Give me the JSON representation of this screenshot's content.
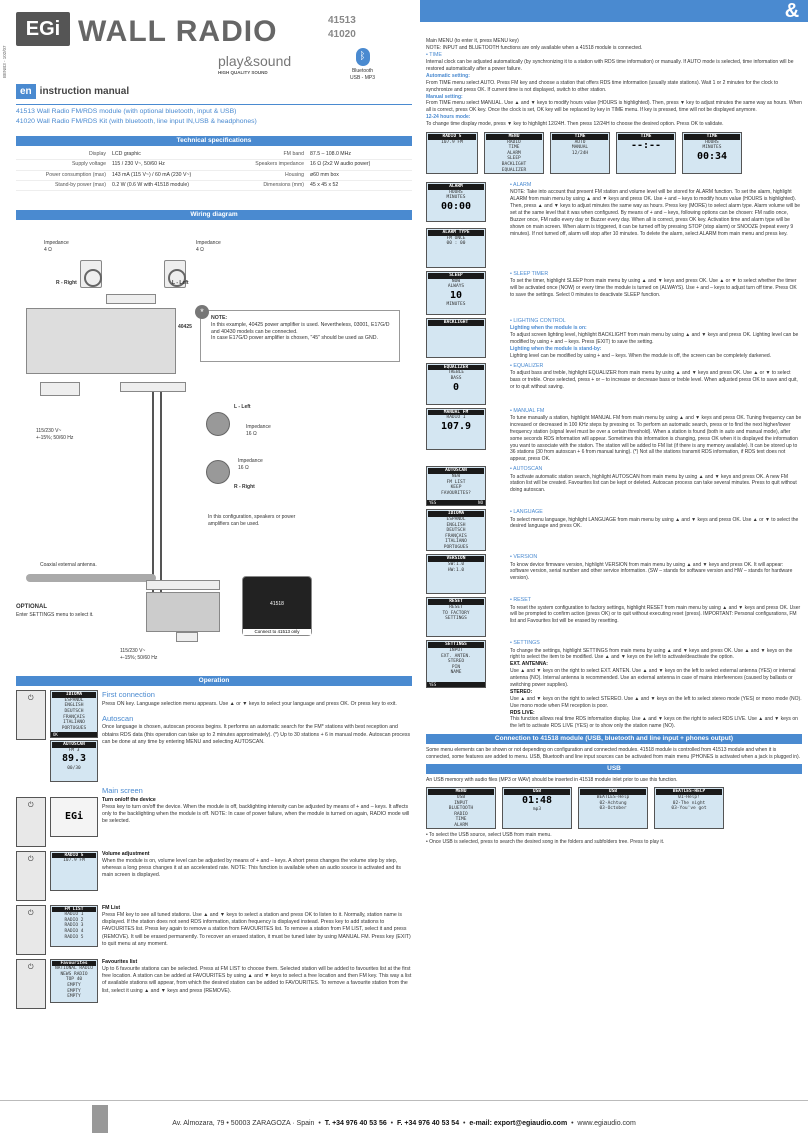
{
  "side_code": "BENB3 - 102/07",
  "logo": "EGi",
  "title": "WALL RADIO",
  "models": [
    "41513",
    "41020"
  ],
  "brand": "play&sound",
  "brand_sub": "HIGH QUALITY SOUND",
  "bluetooth": "Bluetooth",
  "usb_mp3": "USB - MP3",
  "lang_tag": "en",
  "manual": "instruction manual",
  "subtitle": [
    "41513 Wall Radio FM/RDS module (with optional bluetooth, input & USB)",
    "41020 Wall Radio FM/RDS Kit (with bluetooth, line input IN,USB & headphones)"
  ],
  "spec_bar": "Technical specifications",
  "specs_left": [
    [
      "Display",
      "LCD graphic"
    ],
    [
      "Supply voltage",
      "115 / 230 V~, 50/60 Hz"
    ],
    [
      "Power consumption (max)",
      "143 mA (115 V~) / 60 mA (230 V~)"
    ],
    [
      "Stand-by power (max)",
      "0.2 W (0.6 W with 41518 module)"
    ]
  ],
  "specs_right": [
    [
      "FM band",
      "87.5 – 108.0 MHz"
    ],
    [
      "Speakers impedance",
      "16 Ω (2x2 W audio power)"
    ],
    [
      "Housing",
      "ø60 mm box"
    ],
    [
      "Dimensions (mm)",
      "45 x 45 x 52"
    ]
  ],
  "wiring_bar": "Wiring diagram",
  "wiring": {
    "imp4": "Impedance\n4 Ω",
    "r_right": "R - Right",
    "l_left": "L - Left",
    "model": "40425",
    "supply": "115/230 V~\n+-15%; 50/60 Hz",
    "l_left2": "L - Left",
    "imp16": "Impedance\n16 Ω",
    "r_right2": "R - Right",
    "speakers_note": "In this configuration, speakers or power amplifiers can be used.",
    "antenna": "Coaxial external antenna.",
    "optional": "OPTIONAL",
    "optional_sub": "Enter SETTINGS menu to select it.",
    "connect": "Connect to 41513 only",
    "module": "41518",
    "supply2": "115/230 V~\n+-15%; 50/60 Hz"
  },
  "note": {
    "title": "NOTE:",
    "text": "In this example, 40425 power amplifier is used. Nevertheless, 03001, E17G/D and 40430 models can be connected.",
    "text2": "In case E17G/D power amplifier is chosen, \"45\" should be used as GND."
  },
  "operation_bar": "Operation",
  "op": {
    "first_h": "First connection",
    "first_t": "Press ON key. Language selection menu appears. Use ▲ or ▼ keys to select your language and press OK. Or press key to exit.",
    "auto_h": "Autoscan",
    "auto_t": "Once language is chosen, autoscan process begins. It performs an automatic search for the FM* stations with best reception and obtains RDS data (this operation can take up to 2 minutes approximately). (*) Up to 30 stations + 6 in manual mode. Autoscan process can be done at any time by entering MENU and selecting AUTOSCAN.",
    "main_h": "Main screen",
    "onoff_h": "Turn on/off the device",
    "onoff_t": "Press key to turn on/off the device. When the module is off, backlighting intensity can be adjusted by means of + and – keys. It affects only to the backlighting when the module is off. NOTE: In case of power failure, when the module is turned on again, RADIO mode will be selected.",
    "vol_h": "Volume adjustment",
    "vol_t": "When the module is on, volume level can be adjusted by means of + and – keys. A short press changes the volume step by step, whereas a long press changes it at an accelerated rate. NOTE: This function is available when an audio source is activated and its main screen is displayed.",
    "fm_h": "FM List",
    "fm_t": "Press FM key to see all tuned stations. Use ▲ and ▼ keys to select a station and press OK to listen to it. Normally, station name is displayed. If the station does not send RDS information, station frequency is displayed instead. Press key to add stations to FAVOURITES list. Press key again to remove a station from FAVOURITES list. To remove a station from FM LIST, select it and press (REMOVE). It will be erased permanently. To recover an erased station, it must be tuned later by using MANUAL FM. Press key (EXIT) to quit menu at any moment.",
    "fav_h": "Favourites list",
    "fav_t": "Up to 6 favourite stations can be selected. Press at FM LIST to choose them. Selected station will be added to favourites list at the first free location. A station can be added at FAVOURITES by using ▲ and ▼ keys to select a free location and then FM key. This way a list of available stations will appear, from which the desired station can be added to FAVOURITES. To remove a favourite station from the list, select it using ▲ and ▼ keys and press (REMOVE)."
  },
  "screens": {
    "lang": [
      "IDIOMA",
      "ESPAÑOL",
      "ENGLISH",
      "DEUTSCH",
      "FRANÇAIS",
      "ITALIANO",
      "PORTUGUES"
    ],
    "autoscan": [
      "AUTOSCAN",
      "FM 3",
      "89.3",
      "00/30"
    ],
    "radio5": [
      "RADIO 5",
      "107.9 FM"
    ],
    "fmlist": [
      "FM LIST",
      "RADIO 1",
      "RADIO 2",
      "RADIO 3",
      "RADIO 4",
      "RADIO 5",
      "RADIO 6"
    ],
    "fav": [
      "Favourites",
      "NATIONAL RADIO",
      "NEWS RADIO",
      "TOP 40",
      "EMPTY",
      "EMPTY",
      "EMPTY"
    ],
    "ok": "OK",
    "yes": "YES",
    "no": "NO"
  },
  "right": {
    "menu_h": "Main MENU (to enter it, press MENU key)",
    "menu_note": "NOTE: INPUT and BLUETOOTH functions are only available when a 41518 module is connected.",
    "time_h": "• TIME",
    "time_t": "Internal clock can be adjusted automatically (by synchronizing it to a station with RDS time information) or manually. If AUTO mode is selected, time information will be restored automatically after a power failure.",
    "auto_set_h": "Automatic setting:",
    "auto_set_t": "From TIME menu select AUTO. Press FM key and choose a station that offers RDS time information (usually state stations). Wait 1 or 2 minutes for the clock to synchronize and press OK. If current time is not displayed, switch to other station.",
    "man_set_h": "Manual setting:",
    "man_set_t": "From TIME menu select MANUAL. Use ▲ and ▼ keys to modify hours value (HOURS is highlighted). Then, press ▼ key to adjust minutes the same way as hours. When all is correct, press OK key. Once the clock is set, OK key will be replaced by key in TIME menu. If key is pressed, time will not be displayed anymore.",
    "h12_h": "12-24 hours mode:",
    "h12_t": "To change time display mode, press ▼ key to highlight 12/24H. Then press 12/24H to choose the desired option. Press OK to validate.",
    "sc_menu": [
      "RADIO 5",
      "107.9 FM",
      "MENU",
      "RADIO",
      "TIME",
      "ALARM",
      "SLEEP",
      "BACKLIGHT",
      "EQUALIZER",
      "TIME",
      "AUTO",
      "MANUAL",
      "12/24H",
      "TIME",
      "HOURS",
      "MINUTES",
      "00:34",
      "--:--"
    ],
    "alarm_h": "• ALARM",
    "alarm_t": "NOTE: Take into account that present FM station and volume level will be stored for ALARM function. To set the alarm, highlight ALARM from main menu by using ▲ and ▼ keys and press OK. Use + and – keys to modify hours value (HOURS is highlighted). Then, press ▲ and ▼ keys to adjust minutes the same way as hours. Press key (MORE) to select alarm type. Alarm volume will be set at the same level that it was when configured. By means of + and – keys, following options can be chosen: FM radio once, Buzzer once, FM radio every day or Buzzer every day. When all is correct, press OK key. Activation time and alarm type will be shown on main screen. When alarm is triggered, it can be turned off by pressing STOP (stop alarm) or SNOOZE (repeat every 9 minutes). If not turned off, alarm will stop after 10 minutes. To delete the alarm, select ALARM from main menu and press key.",
    "sc_alarm": [
      "ALARM",
      "HOURS",
      "MINUTES",
      "00:00",
      "ALARM TYPE",
      "FM ONCE",
      "00 : 00"
    ],
    "sleep_h": "• SLEEP TIMER",
    "sleep_t": "To set the timer, highlight SLEEP from main menu by using ▲ and ▼ keys and press OK. Use ▲ or ▼ to select whether the timer will be activated once (NOW) or every time the module is turned on (ALWAYS). Use + and – keys to adjust turn off time. Press OK to save the settings. Select 0 minutes to deactivate SLEEP function.",
    "sc_sleep": [
      "SLEEP",
      "NOW",
      "ALWAYS",
      "10",
      "MINUTES"
    ],
    "bl_h": "• LIGHTING CONTROL",
    "bl_h2": "Lighting when the module is on:",
    "bl_t": "To adjust screen lighting level, highlight BACKLIGHT from main menu by using ▲ and ▼ keys and press OK. Lighting level can be modified by using + and – keys. Press (EXIT) to save the setting.",
    "bl_h3": "Lighting when the module is stand-by:",
    "bl_t2": "Lighting level can be modified by using + and – keys. When the module is off, the screen can be completely darkened.",
    "sc_bl": [
      "BACKLIGHT"
    ],
    "eq_h": "• EQUALIZER",
    "eq_t": "To adjust bass and treble, highlight EQUALIZER from main menu by using ▲ and ▼ keys and press OK. Use ▲ or ▼ to select bass or treble. Once selected, press + or – to increase or decrease bass or treble level. When adjusted press OK to save and quit, or to quit without saving.",
    "sc_eq": [
      "EQUALIZER",
      "TREBLE",
      "BASS",
      "0"
    ],
    "mfm_h": "• MANUAL FM",
    "mfm_t": "To tune manually a station, highlight MANUAL FM from main menu by using ▲ and ▼ keys and press OK. Tuning frequency can be increased or decreased in 100 KHz steps by pressing or. To perform an automatic search, press or to find the next higher/lower frequency station (signal level must be over a certain threshold). When a station is found (both in auto and manual mode), after some seconds RDS information will appear. Sometimes this information is changing, press OK when it is displayed the information you want to associate with the station. The station will be added to FM list (if there is any memory available). It can be stored up to 36 stations (30 from autoscan + 6 from manual tuning). (*) Not all the stations transmit RDS information, if RDS text does not appear, press OK.",
    "sc_mfm": [
      "MANUAL FM",
      "RADIO 1",
      "107.9"
    ],
    "as_h": "• AUTOSCAN",
    "as_t": "To activate automatic station search, highlight AUTOSCAN from main menu by using ▲ and ▼ keys and press OK. A new FM station list will be created. Favourites list can be kept or deleted. Autoscan process can take several minutes. Press to quit without doing autoscan.",
    "sc_as": [
      "AUTOSCAN",
      "NEW",
      "FM LIST",
      "KEEP",
      "FAVOURITES?"
    ],
    "lg_h": "• LANGUAGE",
    "lg_t": "To select menu language, highlight LANGUAGE from main menu by using ▲ and ▼ keys and press OK. Use ▲ or ▼ to select the desired language and press OK.",
    "ver_h": "• VERSION",
    "ver_t": "To know device firmware version, highlight VERSION from main menu by using ▲ and ▼ keys and press OK. It will appear: software version, serial number and other service information. (SW – stands for software version and HW – stands for hardware version).",
    "sc_ver": [
      "VERSION",
      "SW:1.0",
      "HW:1.0"
    ],
    "rst_h": "• RESET",
    "rst_t": "To reset the system configuration to factory settings, highlight RESET from main menu by using ▲ and ▼ keys and press OK. User will be prompted to confirm action (press OK) or to quit without executing reset (press). IMPORTANT: Personal configurations, FM list and Favourites list will be erased by resetting.",
    "sc_rst": [
      "RESET",
      "RESET",
      "TO FACTORY",
      "SETTINGS"
    ],
    "set_h": "• SETTINGS",
    "set_t": "To change the settings, highlight SETTINGS from main menu by using ▲ and ▼ keys and press OK. Use ▲ and ▼ keys on the right to select the item to be modified. Use ▲ and ▼ keys on the left to activate/deactivate the option.",
    "ext_h": "EXT. ANTENNA:",
    "ext_t": "Use ▲ and ▼ keys on the right to select EXT. ANTEN. Use ▲ and ▼ keys on the left to select external antenna (YES) or internal antenna (NO). Internal antenna is recommended. Use an external antenna in case of mains interferences (caused by ballasts or switching power supplies).",
    "st_h": "STEREO:",
    "st_t": "Use ▲ and ▼ keys on the right to select STEREO. Use ▲ and ▼ keys on the left to select stereo mode (YES) or mono mode (NO). Use mono mode when FM reception is poor.",
    "rds_h": "RDS LIVE:",
    "rds_t": "This function allows real time RDS information display. Use ▲ and ▼ keys on the right to select RDS LIVE. Use ▲ and ▼ keys on the left to activate RDS LIVE (YES) or to show only the station name (NO).",
    "sc_set": [
      "SETTINGS",
      "INPUT",
      "EXT. ANTEN.",
      "STEREO",
      "PIN",
      "NAME"
    ],
    "conn_bar": "Connection to 41518 module (USB, bluetooth and line input + phones output)",
    "conn_t": "Some menu elements can be shown or not depending on configuration and connected modules. 41518 module is controlled from 41513 module and when it is connected, some features are added to menu. USB, Bluetooth and line input sources can be activated from main menu (PHONES is activated when a jack is plugged in).",
    "usb_bar": "USB",
    "usb_t": "An USB memory with audio files (MP3 or WAV) should be inserted in 41518 module inlet prior to use this function.",
    "sc_usb": [
      "MENU",
      "USB",
      "INPUT",
      "BLUETOOTH",
      "RADIO",
      "TIME",
      "ALARM",
      "USB",
      "01:48",
      "mp3",
      "USB",
      "BEATLES-Help",
      "02-Achtung",
      "03-October",
      "BEATLES-HELP",
      "01-Help!",
      "02-The night",
      "03-You've got"
    ],
    "usb_b1": "• To select the USB source, select USB from main menu.",
    "usb_b2": "• Once USB is selected, press to search the desired song in the folders and subfolders tree. Press to play it."
  },
  "footer": {
    "addr": "Av. Almozara, 79 • 50003 ZARAGOZA · Spain",
    "tel": "T. +34 976 40 53 56",
    "fax": "F. +34 976 40 53 54",
    "email": "e-mail: export@egiaudio.com",
    "web": "www.egiaudio.com"
  }
}
